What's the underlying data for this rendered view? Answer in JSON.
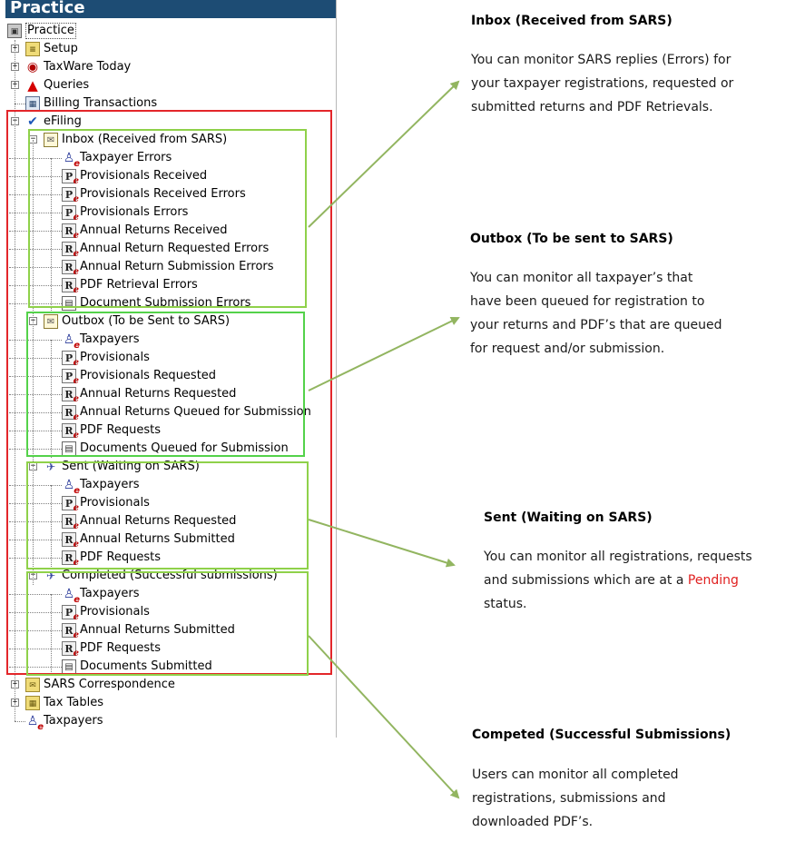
{
  "panel": {
    "title": "Practice"
  },
  "tree": [
    {
      "label": "Practice",
      "icon": "practice-icon",
      "level": 0,
      "expander": "",
      "id": "practice"
    },
    {
      "label": "Setup",
      "icon": "setup-folder-icon",
      "level": 1,
      "expander": "+",
      "id": "setup"
    },
    {
      "label": "TaxWare Today",
      "icon": "taxware-today-icon",
      "level": 1,
      "expander": "+",
      "id": "taxware-today"
    },
    {
      "label": "Queries",
      "icon": "warning-icon",
      "level": 1,
      "expander": "+",
      "id": "queries"
    },
    {
      "label": "Billing Transactions",
      "icon": "billing-calculator-icon",
      "level": 1,
      "expander": "",
      "id": "billing-transactions"
    },
    {
      "label": "eFiling",
      "icon": "efiling-icon",
      "level": 1,
      "expander": "−",
      "id": "efiling"
    },
    {
      "label": "Inbox (Received from SARS)",
      "icon": "inbox-mail-icon",
      "level": 2,
      "expander": "−",
      "id": "inbox"
    },
    {
      "label": "Taxpayer Errors",
      "icon": "taxpayer-icon",
      "level": 3,
      "expander": "",
      "id": "inbox-taxpayer-errors"
    },
    {
      "label": "Provisionals Received",
      "icon": "provisional-icon",
      "level": 3,
      "expander": "",
      "id": "inbox-provisionals-received"
    },
    {
      "label": "Provisionals Received Errors",
      "icon": "provisional-icon",
      "level": 3,
      "expander": "",
      "id": "inbox-provisionals-received-errors"
    },
    {
      "label": "Provisionals Errors",
      "icon": "provisional-icon",
      "level": 3,
      "expander": "",
      "id": "inbox-provisionals-errors"
    },
    {
      "label": "Annual Returns Received",
      "icon": "return-icon",
      "level": 3,
      "expander": "",
      "id": "inbox-annual-returns-received"
    },
    {
      "label": "Annual Return Requested Errors",
      "icon": "return-icon",
      "level": 3,
      "expander": "",
      "id": "inbox-annual-return-requested-errors"
    },
    {
      "label": "Annual Return Submission Errors",
      "icon": "return-icon",
      "level": 3,
      "expander": "",
      "id": "inbox-annual-return-submission-errors"
    },
    {
      "label": "PDF Retrieval Errors",
      "icon": "return-icon",
      "level": 3,
      "expander": "",
      "id": "inbox-pdf-retrieval-errors"
    },
    {
      "label": "Document Submission Errors",
      "icon": "document-icon",
      "level": 3,
      "expander": "",
      "id": "inbox-document-submission-errors"
    },
    {
      "label": "Outbox (To be Sent to SARS)",
      "icon": "outbox-mail-icon",
      "level": 2,
      "expander": "−",
      "id": "outbox"
    },
    {
      "label": "Taxpayers",
      "icon": "taxpayer-icon",
      "level": 3,
      "expander": "",
      "id": "outbox-taxpayers"
    },
    {
      "label": "Provisionals",
      "icon": "provisional-icon",
      "level": 3,
      "expander": "",
      "id": "outbox-provisionals"
    },
    {
      "label": "Provisionals Requested",
      "icon": "provisional-icon",
      "level": 3,
      "expander": "",
      "id": "outbox-provisionals-requested"
    },
    {
      "label": "Annual Returns Requested",
      "icon": "return-icon",
      "level": 3,
      "expander": "",
      "id": "outbox-annual-returns-requested"
    },
    {
      "label": "Annual Returns Queued for Submission",
      "icon": "return-icon",
      "level": 3,
      "expander": "",
      "id": "outbox-annual-returns-queued"
    },
    {
      "label": "PDF Requests",
      "icon": "return-icon",
      "level": 3,
      "expander": "",
      "id": "outbox-pdf-requests"
    },
    {
      "label": "Documents Queued for Submission",
      "icon": "document-icon",
      "level": 3,
      "expander": "",
      "id": "outbox-documents-queued"
    },
    {
      "label": "Sent (Waiting on SARS)",
      "icon": "sent-icon",
      "level": 2,
      "expander": "−",
      "id": "sent"
    },
    {
      "label": "Taxpayers",
      "icon": "taxpayer-icon",
      "level": 3,
      "expander": "",
      "id": "sent-taxpayers"
    },
    {
      "label": "Provisionals",
      "icon": "provisional-icon",
      "level": 3,
      "expander": "",
      "id": "sent-provisionals"
    },
    {
      "label": "Annual Returns Requested",
      "icon": "return-icon",
      "level": 3,
      "expander": "",
      "id": "sent-annual-returns-requested"
    },
    {
      "label": "Annual Returns Submitted",
      "icon": "return-icon",
      "level": 3,
      "expander": "",
      "id": "sent-annual-returns-submitted"
    },
    {
      "label": "PDF Requests",
      "icon": "return-icon",
      "level": 3,
      "expander": "",
      "id": "sent-pdf-requests"
    },
    {
      "label": "Completed (Successful submissions)",
      "icon": "sent-icon",
      "level": 2,
      "expander": "−",
      "id": "completed"
    },
    {
      "label": "Taxpayers",
      "icon": "taxpayer-icon",
      "level": 3,
      "expander": "",
      "id": "completed-taxpayers"
    },
    {
      "label": "Provisionals",
      "icon": "provisional-icon",
      "level": 3,
      "expander": "",
      "id": "completed-provisionals"
    },
    {
      "label": "Annual Returns Submitted",
      "icon": "return-icon",
      "level": 3,
      "expander": "",
      "id": "completed-annual-returns-submitted"
    },
    {
      "label": "PDF Requests",
      "icon": "return-icon",
      "level": 3,
      "expander": "",
      "id": "completed-pdf-requests"
    },
    {
      "label": "Documents Submitted",
      "icon": "document-icon",
      "level": 3,
      "expander": "",
      "id": "completed-documents-submitted"
    },
    {
      "label": "SARS Correspondence",
      "icon": "correspondence-folder-icon",
      "level": 1,
      "expander": "+",
      "id": "sars-correspondence"
    },
    {
      "label": "Tax Tables",
      "icon": "tax-tables-folder-icon",
      "level": 1,
      "expander": "+",
      "id": "tax-tables"
    },
    {
      "label": "Taxpayers",
      "icon": "taxpayers-group-icon",
      "level": 1,
      "expander": "",
      "id": "taxpayers"
    }
  ],
  "annotations": {
    "inbox": {
      "title": "Inbox (Received from SARS)",
      "body": "You can monitor SARS replies (Errors) for\nyour taxpayer registrations, requested or\nsubmitted returns and PDF Retrievals."
    },
    "outbox": {
      "title": "Outbox (To be sent to SARS)",
      "body": "You can monitor all taxpayer’s that\nhave been queued for registration to\nyour returns and PDF’s that are queued\nfor request and/or submission."
    },
    "sent": {
      "title": "Sent (Waiting on SARS)",
      "body_before": "You can monitor all registrations, requests\nand submissions which are at a ",
      "body_highlight": "Pending",
      "body_after": "\nstatus."
    },
    "completed": {
      "title": "Competed (Successful Submissions)",
      "body": "Users can monitor all completed\nregistrations, submissions and\ndownloaded PDF’s."
    }
  },
  "colors": {
    "title_bar": "#1d4c74",
    "efiling_highlight": "#e3262a",
    "group_highlight": "#8fd14a",
    "arrow": "#92b560",
    "pending": "#e02020"
  }
}
